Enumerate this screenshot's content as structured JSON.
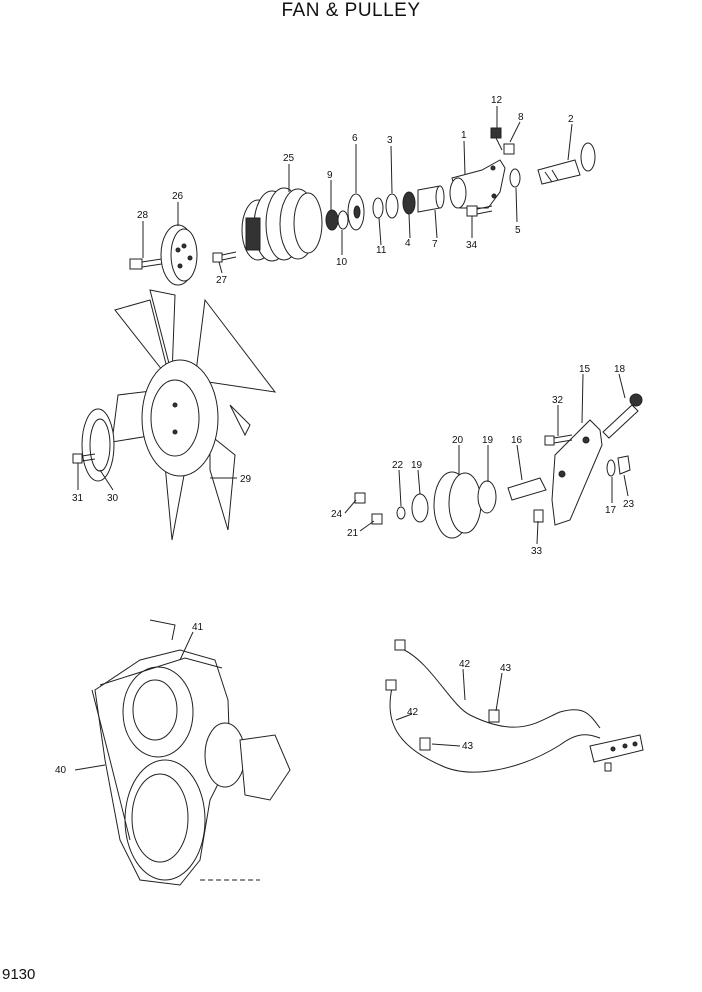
{
  "title": "FAN & PULLEY",
  "page_number": "9130",
  "callouts": [
    {
      "id": "1",
      "text": "1"
    },
    {
      "id": "2",
      "text": "2"
    },
    {
      "id": "3",
      "text": "3"
    },
    {
      "id": "4",
      "text": "4"
    },
    {
      "id": "5",
      "text": "5"
    },
    {
      "id": "6",
      "text": "6"
    },
    {
      "id": "7",
      "text": "7"
    },
    {
      "id": "8",
      "text": "8"
    },
    {
      "id": "9",
      "text": "9"
    },
    {
      "id": "10",
      "text": "10"
    },
    {
      "id": "11",
      "text": "11"
    },
    {
      "id": "12",
      "text": "12"
    },
    {
      "id": "15",
      "text": "15"
    },
    {
      "id": "16",
      "text": "16"
    },
    {
      "id": "17",
      "text": "17"
    },
    {
      "id": "18",
      "text": "18"
    },
    {
      "id": "19a",
      "text": "19"
    },
    {
      "id": "19b",
      "text": "19"
    },
    {
      "id": "20",
      "text": "20"
    },
    {
      "id": "21",
      "text": "21"
    },
    {
      "id": "22",
      "text": "22"
    },
    {
      "id": "23",
      "text": "23"
    },
    {
      "id": "24",
      "text": "24"
    },
    {
      "id": "25",
      "text": "25"
    },
    {
      "id": "26",
      "text": "26"
    },
    {
      "id": "27",
      "text": "27"
    },
    {
      "id": "28",
      "text": "28"
    },
    {
      "id": "29",
      "text": "29"
    },
    {
      "id": "30",
      "text": "30"
    },
    {
      "id": "31",
      "text": "31"
    },
    {
      "id": "32",
      "text": "32"
    },
    {
      "id": "33",
      "text": "33"
    },
    {
      "id": "34",
      "text": "34"
    },
    {
      "id": "40",
      "text": "40"
    },
    {
      "id": "41",
      "text": "41"
    },
    {
      "id": "42a",
      "text": "42"
    },
    {
      "id": "42b",
      "text": "42"
    },
    {
      "id": "43a",
      "text": "43"
    },
    {
      "id": "43b",
      "text": "43"
    }
  ]
}
